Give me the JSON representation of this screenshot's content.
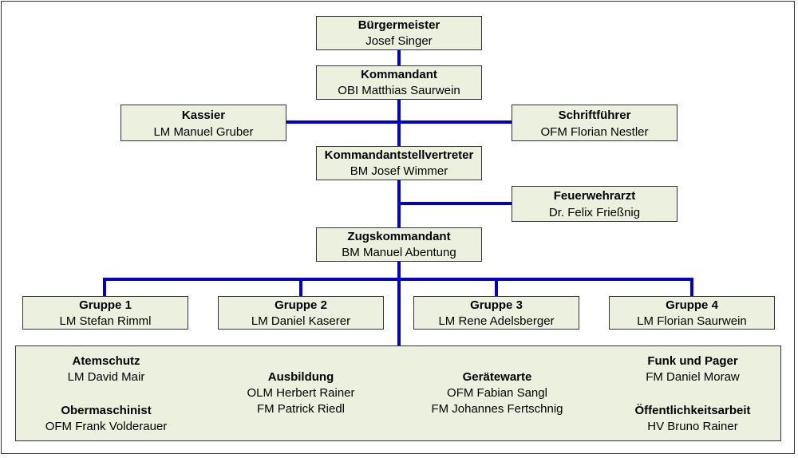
{
  "nodes": {
    "buergermeister": {
      "title": "Bürgermeister",
      "name": "Josef Singer"
    },
    "kommandant": {
      "title": "Kommandant",
      "name": "OBI Matthias Saurwein"
    },
    "kassier": {
      "title": "Kassier",
      "name": "LM Manuel Gruber"
    },
    "schriftfuehrer": {
      "title": "Schriftführer",
      "name": "OFM Florian Nestler"
    },
    "stellvertreter": {
      "title": "Kommandantstellvertreter",
      "name": "BM Josef Wimmer"
    },
    "feuerwehrarzt": {
      "title": "Feuerwehrarzt",
      "name": "Dr. Felix Frießnig"
    },
    "zugskommandant": {
      "title": "Zugskommandant",
      "name": "BM Manuel Abentung"
    },
    "gruppe1": {
      "title": "Gruppe 1",
      "name": "LM Stefan Rimml"
    },
    "gruppe2": {
      "title": "Gruppe 2",
      "name": "LM Daniel Kaserer"
    },
    "gruppe3": {
      "title": "Gruppe 3",
      "name": "LM Rene Adelsberger"
    },
    "gruppe4": {
      "title": "Gruppe 4",
      "name": "LM Florian Saurwein"
    }
  },
  "departments": {
    "atemschutz": {
      "title": "Atemschutz",
      "names": [
        "LM David Mair"
      ]
    },
    "obermaschinist": {
      "title": "Obermaschinist",
      "names": [
        "OFM Frank Volderauer"
      ]
    },
    "ausbildung": {
      "title": "Ausbildung",
      "names": [
        "OLM Herbert Rainer",
        "FM Patrick Riedl"
      ]
    },
    "geraetewarte": {
      "title": "Gerätewarte",
      "names": [
        "OFM Fabian Sangl",
        "FM Johannes Fertschnig"
      ]
    },
    "funk": {
      "title": "Funk und Pager",
      "names": [
        "FM Daniel Moraw"
      ]
    },
    "oeffentlichkeit": {
      "title": "Öffentlichkeitsarbeit",
      "names": [
        "HV Bruno Rainer"
      ]
    }
  },
  "colors": {
    "connector": "#0000cc",
    "box_fill": "#ebf1de",
    "border": "#333333"
  }
}
